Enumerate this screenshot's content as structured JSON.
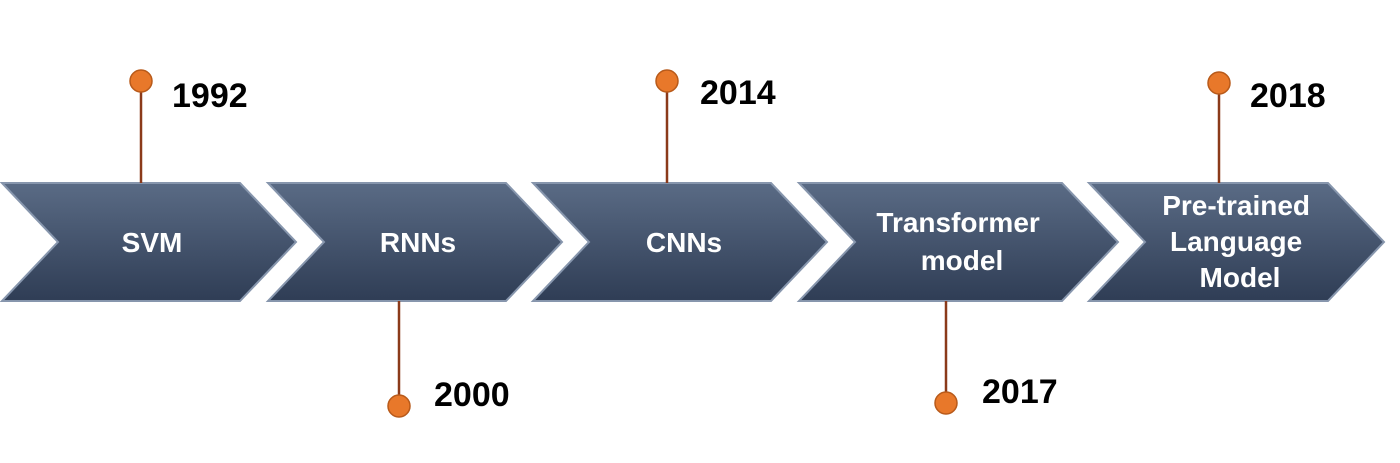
{
  "colors": {
    "chevron_top": "#5a6b85",
    "chevron_bottom": "#2f3d55",
    "chevron_edge": "#8796ad",
    "connector": "#8b3a1a",
    "dot_fill": "#e8782a",
    "dot_stroke": "#b85a1a",
    "year_text": "#000000",
    "label_text": "#ffffff"
  },
  "milestones": [
    {
      "label_lines": [
        "SVM"
      ],
      "year": "1992",
      "position": "above"
    },
    {
      "label_lines": [
        "RNNs"
      ],
      "year": "2000",
      "position": "below"
    },
    {
      "label_lines": [
        "CNNs"
      ],
      "year": "2014",
      "position": "above"
    },
    {
      "label_lines": [
        "Transformer",
        "model"
      ],
      "year": "2017",
      "position": "below"
    },
    {
      "label_lines": [
        "Pre-trained",
        "Language",
        "Model"
      ],
      "year": "2018",
      "position": "above"
    }
  ]
}
